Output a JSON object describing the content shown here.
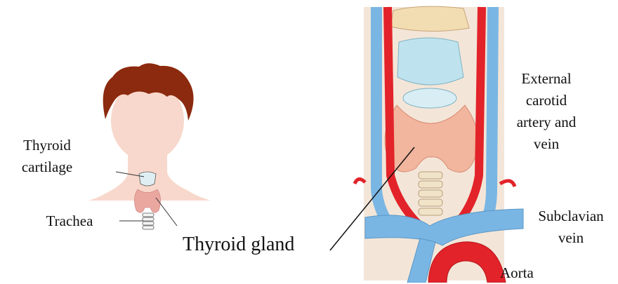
{
  "labels": {
    "thyroid_cartilage": "Thyroid\ncartilage",
    "trachea": "Trachea",
    "thyroid_gland": "Thyroid gland",
    "external_carotid": "External\ncarotid\nartery and\nvein",
    "subclavian_vein": "Subclavian\nvein",
    "aorta": "Aorta"
  },
  "colors": {
    "hair": "#8b2a0e",
    "skin": "#f8d8cc",
    "gland": "#e9a7a0",
    "artery": "#e2232a",
    "vein": "#7ab6e4",
    "cartilage": "#bfe3ee",
    "bone": "#f2ddb3"
  }
}
